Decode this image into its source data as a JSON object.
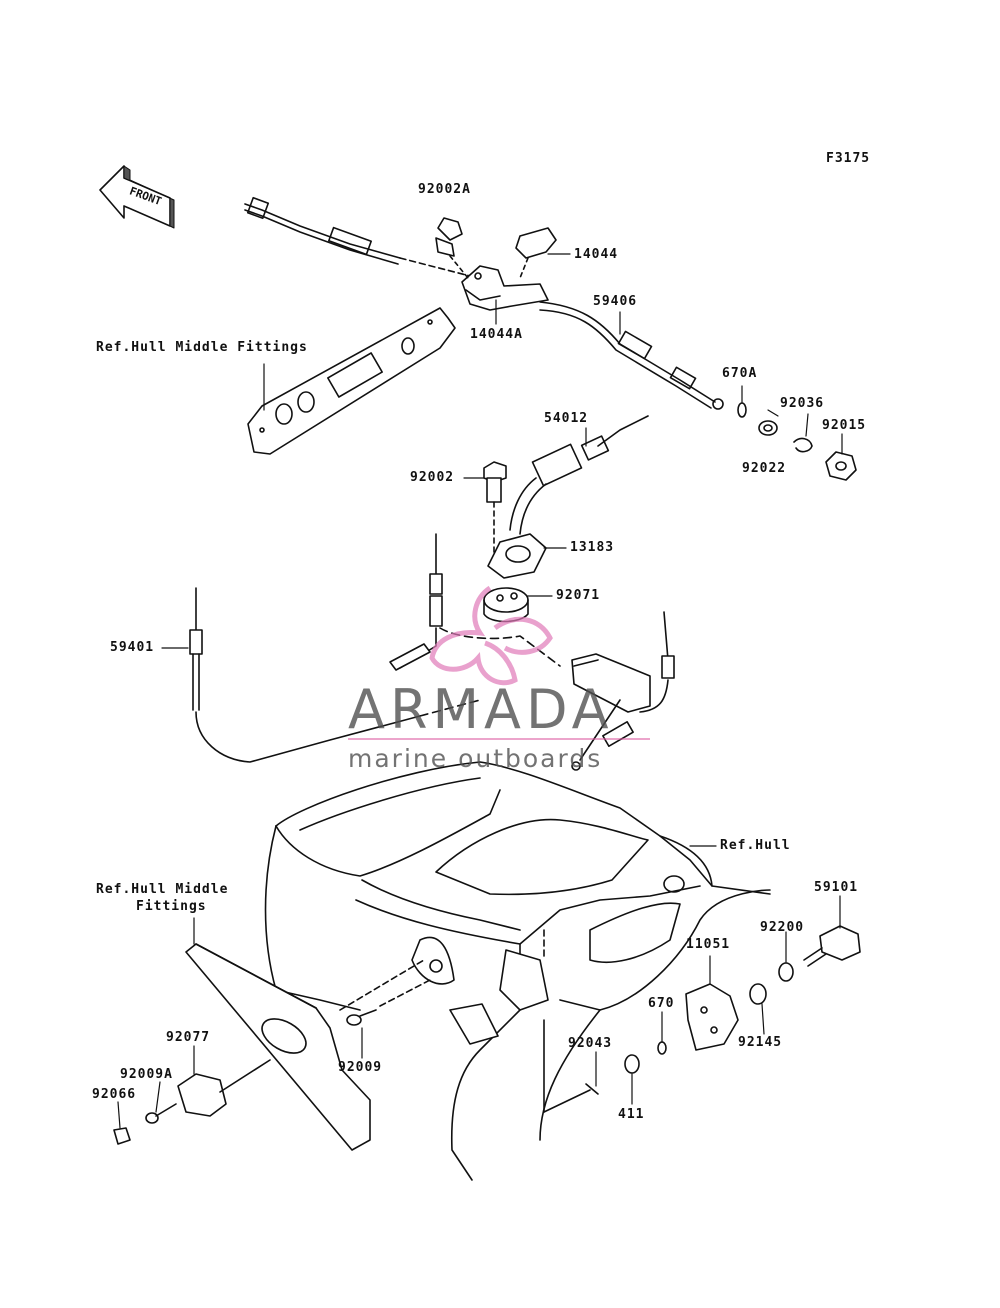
{
  "figure_code": "F3175",
  "front_label": "FRONT",
  "watermark": {
    "title": "ARMADA",
    "subtitle": "marine outboards",
    "accent_color": "#e07ab8",
    "text_color": "#505050"
  },
  "refs": {
    "hull_middle_top": "Ref.Hull Middle Fittings",
    "hull": "Ref.Hull",
    "hull_middle_bottom_line1": "Ref.Hull Middle",
    "hull_middle_bottom_line2": "Fittings"
  },
  "parts": {
    "p92002A": "92002A",
    "p14044": "14044",
    "p14044A": "14044A",
    "p59406": "59406",
    "p670A": "670A",
    "p92036": "92036",
    "p92015": "92015",
    "p92022": "92022",
    "p54012": "54012",
    "p92002": "92002",
    "p13183": "13183",
    "p92071": "92071",
    "p59401": "59401",
    "p59101": "59101",
    "p92200": "92200",
    "p11051": "11051",
    "p670": "670",
    "p92145": "92145",
    "p92043": "92043",
    "p411": "411",
    "p92077": "92077",
    "p92009A": "92009A",
    "p92066": "92066",
    "p92009": "92009"
  }
}
